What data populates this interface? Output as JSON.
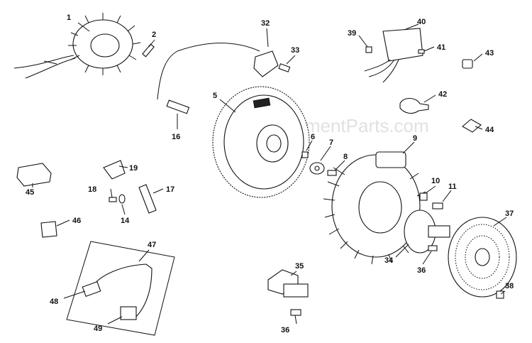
{
  "watermark": "eReplacementParts.com",
  "labels": {
    "p1": "1",
    "p2": "2",
    "p5": "5",
    "p6": "6",
    "p7": "7",
    "p8": "8",
    "p9": "9",
    "p10": "10",
    "p11": "11",
    "p14": "14",
    "p16": "16",
    "p17": "17",
    "p18": "18",
    "p19": "19",
    "p32": "32",
    "p33": "33",
    "p34": "34",
    "p35": "35",
    "p36a": "36",
    "p36b": "36",
    "p37": "37",
    "p38": "38",
    "p39": "39",
    "p40": "40",
    "p41": "41",
    "p42": "42",
    "p43": "43",
    "p44": "44",
    "p45": "45",
    "p46": "46",
    "p47": "47",
    "p48": "48",
    "p49": "49"
  }
}
